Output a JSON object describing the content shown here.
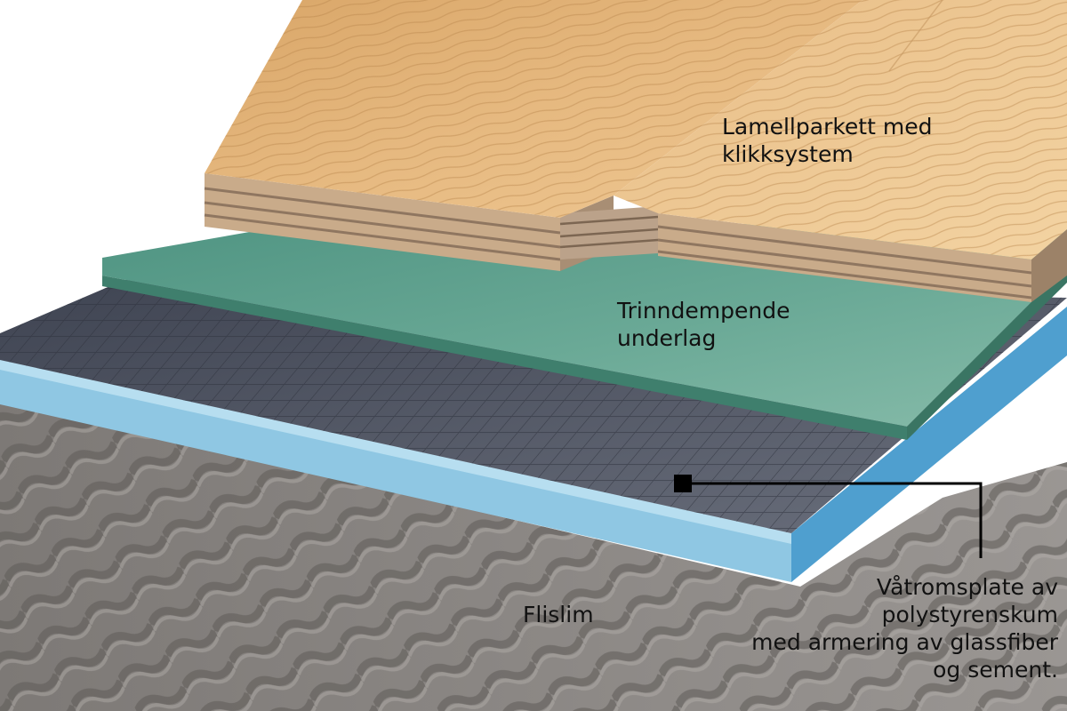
{
  "labels": {
    "parkett": "Lamellparkett med\nklikksystem",
    "underlag": "Trinndempende\nunderlag",
    "flislim": "Flislim",
    "plate": "Våtromsplate av\npolystyrenskum\nmed armering av glassfiber\nog sement."
  },
  "colors": {
    "wood_top": "#e1b377",
    "wood_edge": "#c9a27a",
    "underlay": "#5f9f8c",
    "mesh": "#505563",
    "foam": "#8ec6e2",
    "adhesive": "#8a8683",
    "leader": "#000000"
  }
}
